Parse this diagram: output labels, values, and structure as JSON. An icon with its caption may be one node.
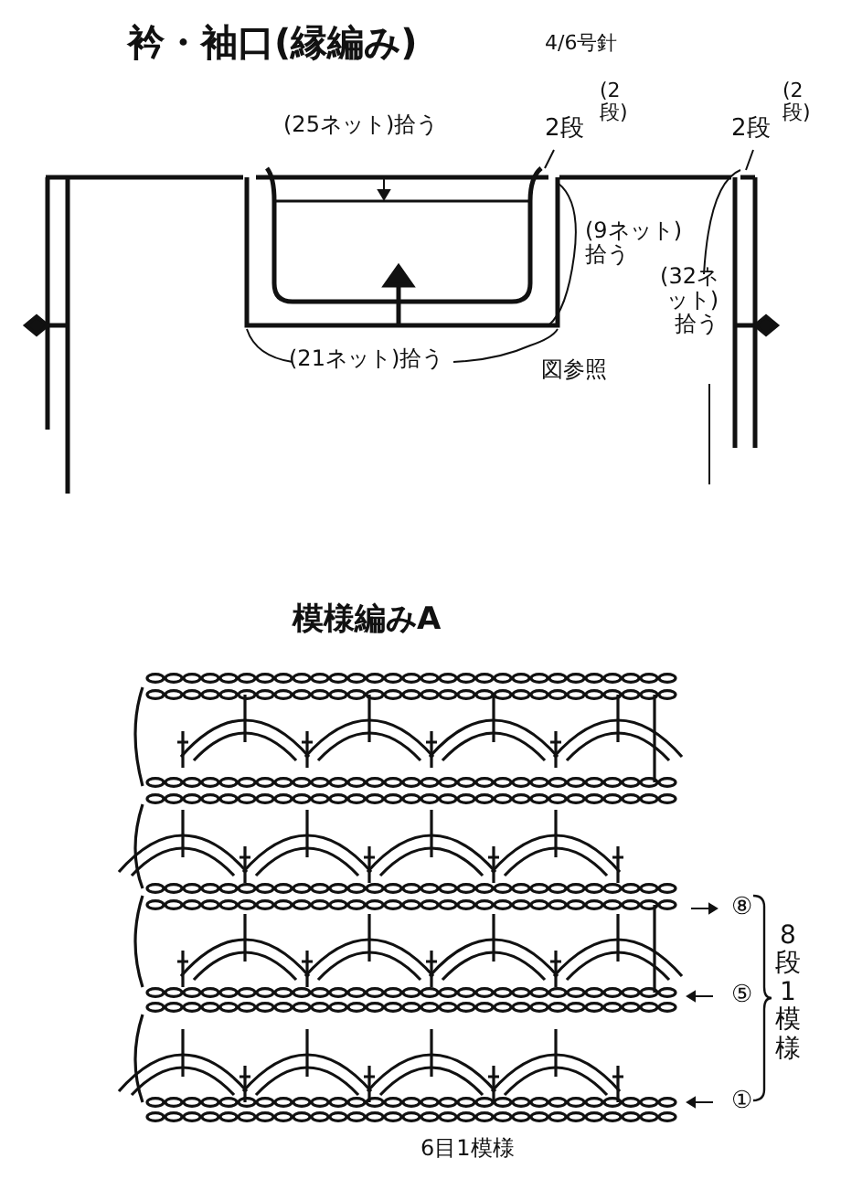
{
  "diagram": {
    "title": "衿・袖口(縁編み)",
    "labels": [
      "4/6号針",
      "(25ネット)拾う",
      "(2段)",
      "2段",
      "(2段)",
      "2段",
      "(9ネット)拾う",
      "(32ネット)拾う",
      "(21ネット)拾う",
      "図参照",
      "模様編みA",
      "⑧",
      "⑤",
      "①",
      "8段1模様",
      "6目1模様"
    ]
  }
}
